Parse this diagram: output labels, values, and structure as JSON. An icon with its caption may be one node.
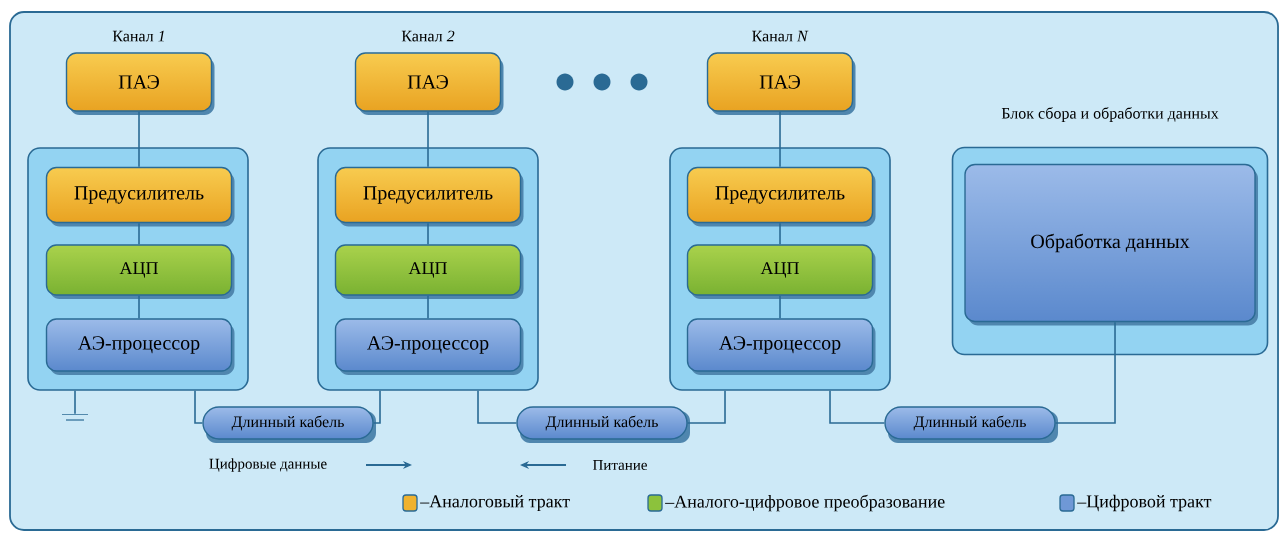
{
  "diagram": {
    "nodes": [
      {
        "text": [
          "ПАЭ"
        ],
        "beside": [
          "Канал *1*"
        ]
      },
      {
        "text": [],
        "shape": "box"
      },
      {
        "text": [
          "Предусилитель"
        ],
        "in": 1
      },
      {
        "text": [
          "АЦП"
        ],
        "in": 1
      },
      {
        "text": [
          "АЭ-процессор"
        ],
        "in": 1
      },
      {
        "text": [
          "ПАЭ"
        ],
        "beside": [
          "Канал *2*"
        ]
      },
      {
        "text": [],
        "shape": "box"
      },
      {
        "text": [
          "Предусилитель"
        ],
        "in": 6
      },
      {
        "text": [
          "АЦП"
        ],
        "in": 6
      },
      {
        "text": [
          "АЭ-процессор"
        ],
        "in": 6
      },
      {
        "text": [
          "ПАЭ"
        ],
        "beside": [
          "Канал *N*"
        ]
      },
      {
        "text": [],
        "shape": "box"
      },
      {
        "text": [
          "Предусилитель"
        ],
        "in": 11
      },
      {
        "text": [
          "АЦП"
        ],
        "in": 11
      },
      {
        "text": [
          "АЭ-процессор"
        ],
        "in": 11
      },
      {
        "text": [
          "Блок сбора и обработки данных"
        ]
      },
      {
        "text": [
          "Обработка данных"
        ],
        "in": 15
      },
      {
        "text": [],
        "shape": "ground"
      },
      {
        "text": [
          "Длинный кабель"
        ]
      },
      {
        "text": [
          "Длинный кабель"
        ]
      },
      {
        "text": [
          "Длинный кабель"
        ]
      }
    ],
    "edges": [
      {
        "from": 0,
        "to": 2,
        "arrow": "none"
      },
      {
        "from": 2,
        "to": 3,
        "arrow": "none"
      },
      {
        "from": 3,
        "to": 4,
        "arrow": "none"
      },
      {
        "from": 5,
        "to": 7,
        "arrow": "none"
      },
      {
        "from": 7,
        "to": 8,
        "arrow": "none"
      },
      {
        "from": 8,
        "to": 9,
        "arrow": "none"
      },
      {
        "from": 10,
        "to": 12,
        "arrow": "none"
      },
      {
        "from": 12,
        "to": 13,
        "arrow": "none"
      },
      {
        "from": 13,
        "to": 14,
        "arrow": "none"
      },
      {
        "from": 1,
        "to": 17,
        "arrow": "none"
      },
      {
        "from": 1,
        "to": 18,
        "arrow": "none"
      },
      {
        "from": 18,
        "to": 6,
        "arrow": "none"
      },
      {
        "from": 6,
        "to": 19,
        "arrow": "none"
      },
      {
        "from": 19,
        "to": 11,
        "arrow": "none"
      },
      {
        "from": 11,
        "to": 20,
        "arrow": "none"
      },
      {
        "from": 20,
        "to": 16,
        "arrow": "none"
      }
    ],
    "labels": [
      "Цифровые данные",
      "Питание"
    ],
    "legend": [
      {
        "text": "–Аналоговый тракт",
        "color": "#f0b22e"
      },
      {
        "text": "–Аналого-цифровое преобразование",
        "color": "#8cc23c"
      },
      {
        "text": "–Цифровой тракт",
        "color": "#6f98d6"
      }
    ]
  }
}
